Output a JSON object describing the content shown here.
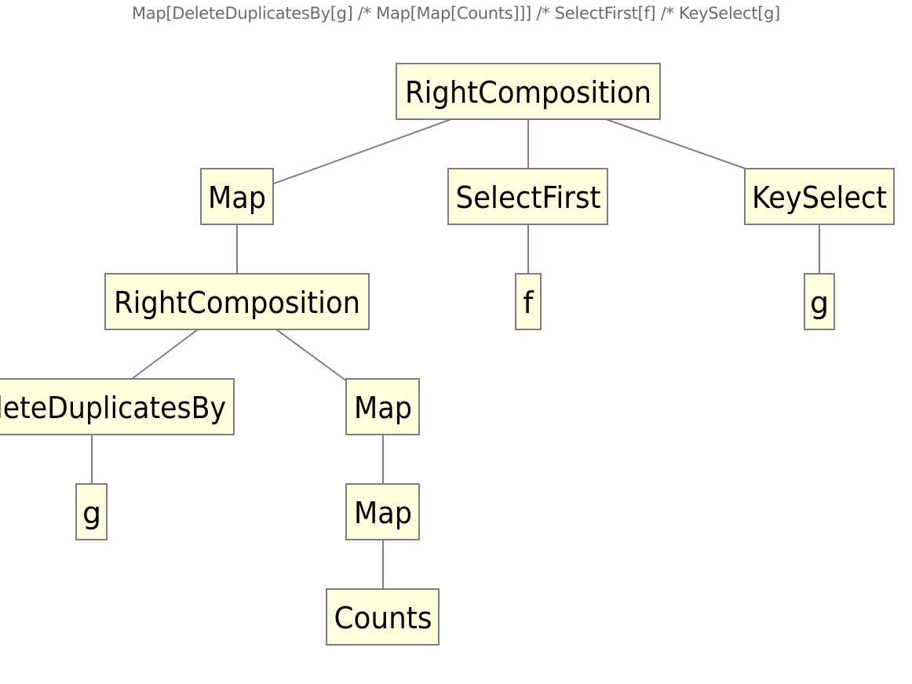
{
  "expression": "Map[DeleteDuplicatesBy[g] /* Map[Map[Counts]]] /* SelectFirst[f] /* KeySelect[g]",
  "colors": {
    "node_fill": "#ffffe0",
    "node_border": "#7e7e7e",
    "edge": "#8a7a7e",
    "title_text": "#6b6b6b"
  },
  "tree": {
    "root": {
      "label": "RightComposition"
    },
    "nodes": [
      {
        "id": "n-root",
        "label": "RightComposition",
        "parent": null
      },
      {
        "id": "n-map-1",
        "label": "Map",
        "parent": "n-root"
      },
      {
        "id": "n-selectfirst",
        "label": "SelectFirst",
        "parent": "n-root"
      },
      {
        "id": "n-keyselect",
        "label": "KeySelect",
        "parent": "n-root"
      },
      {
        "id": "n-rightcomp-2",
        "label": "RightComposition",
        "parent": "n-map-1"
      },
      {
        "id": "n-f",
        "label": "f",
        "parent": "n-selectfirst"
      },
      {
        "id": "n-g-keyselect",
        "label": "g",
        "parent": "n-keyselect"
      },
      {
        "id": "n-deletedup",
        "label": "DeleteDuplicatesBy",
        "parent": "n-rightcomp-2"
      },
      {
        "id": "n-map-2",
        "label": "Map",
        "parent": "n-rightcomp-2"
      },
      {
        "id": "n-g-deletedup",
        "label": "g",
        "parent": "n-deletedup"
      },
      {
        "id": "n-map-3",
        "label": "Map",
        "parent": "n-map-2"
      },
      {
        "id": "n-counts",
        "label": "Counts",
        "parent": "n-map-3"
      }
    ]
  }
}
